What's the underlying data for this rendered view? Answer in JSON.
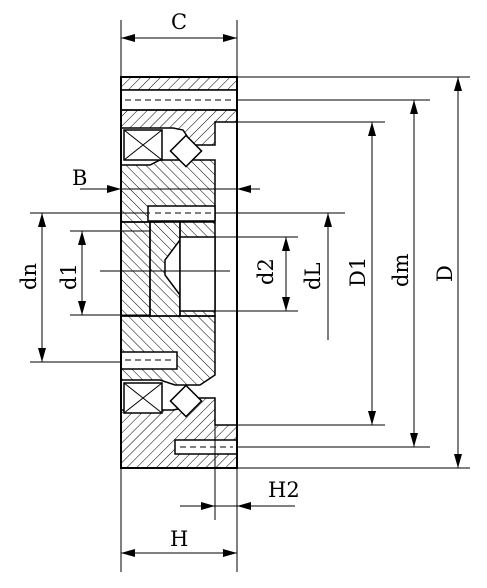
{
  "labels": {
    "C": "C",
    "B": "B",
    "dn": "dn",
    "d1": "d1",
    "d2": "d2",
    "dL": "dL",
    "D1": "D1",
    "dm": "dm",
    "D": "D",
    "H2": "H2",
    "H": "H"
  },
  "colors": {
    "line": "#000000",
    "background": "#ffffff"
  }
}
